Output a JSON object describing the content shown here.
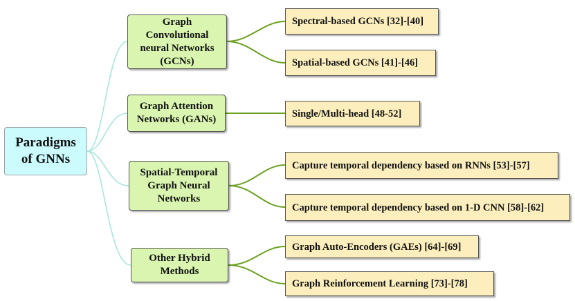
{
  "root": {
    "label": "Paradigms of GNNs"
  },
  "colors": {
    "root_fill": "#ccfbfd",
    "mid_fill": "#d9f5b0",
    "leaf_fill": "#fcefbd",
    "root_links": "#a8e6dc",
    "leaf_links": "#6aa121"
  },
  "categories": [
    {
      "label": "Graph Convolutional neural Networks (GCNs)",
      "children": [
        "Spectral-based GCNs [32]-[40]",
        "Spatial-based GCNs [41]-[46]"
      ]
    },
    {
      "label": "Graph Attention Networks (GANs)",
      "children": [
        "Single/Multi-head [48-52]"
      ]
    },
    {
      "label": "Spatial-Temporal Graph Neural Networks",
      "children": [
        "Capture temporal dependency based on RNNs [53]-[57]",
        "Capture temporal dependency based on 1-D CNN [58]-[62]"
      ]
    },
    {
      "label": "Other Hybrid Methods",
      "children": [
        "Graph Auto-Encoders (GAEs) [64]-[69]",
        "Graph Reinforcement Learning [73]-[78]"
      ]
    }
  ]
}
